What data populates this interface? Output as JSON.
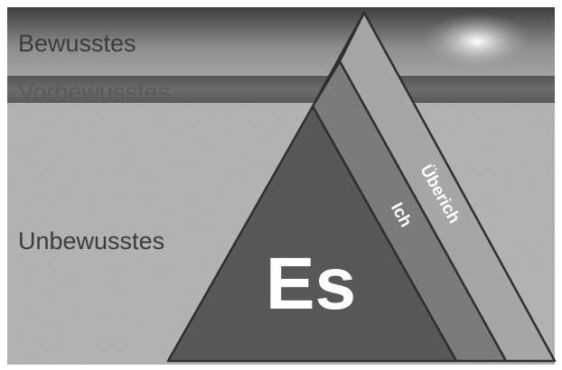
{
  "zones": {
    "conscious": "Bewusstes",
    "preconscious": "Vorbewusstes",
    "unconscious": "Unbewusstes"
  },
  "structures": {
    "id": "Es",
    "ego": "Ich",
    "superego": "Überich"
  },
  "colors": {
    "sky_top": "#4a4a4a",
    "sky_mid": "#9a9a9a",
    "horizon_band": "#5e5e5e",
    "ground": "#b8b8b8",
    "es_fill": "#585858",
    "ich_fill": "#7a7a7a",
    "ueberich_fill": "#a4a4a4",
    "outline": "#2f2f2f"
  }
}
